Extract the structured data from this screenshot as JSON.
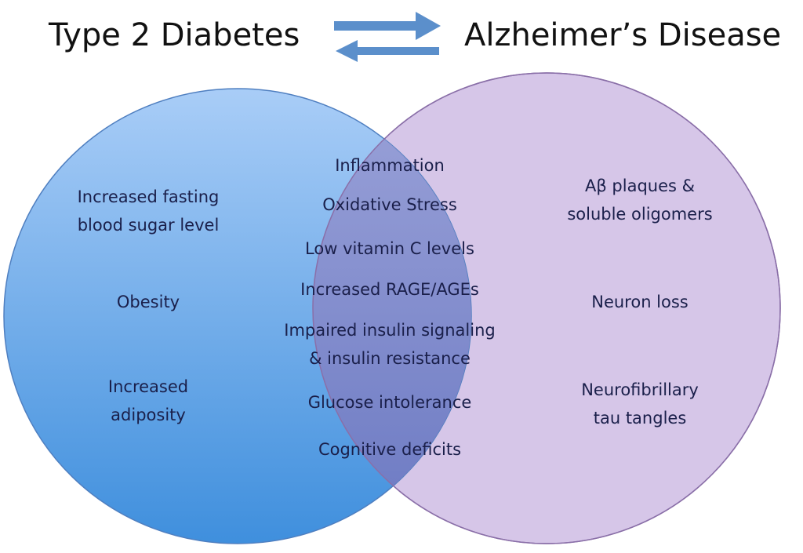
{
  "header": {
    "left_title": "Type 2 Diabetes",
    "right_title": "Alzheimer’s Disease",
    "arrow_color": "#5b8fcb"
  },
  "left_circle": {
    "fill_top": "#a9cdf7",
    "fill_bottom": "#3f8fdd",
    "items": [
      {
        "lines": [
          "Increased fasting",
          "blood sugar level"
        ]
      },
      {
        "lines": [
          "Obesity"
        ]
      },
      {
        "lines": [
          "Increased",
          "adiposity"
        ]
      }
    ]
  },
  "right_circle": {
    "fill": "#d6c6e8",
    "stroke": "#8a6fa8",
    "items": [
      {
        "lines": [
          "Aβ plaques &",
          "soluble oligomers"
        ]
      },
      {
        "lines": [
          "Neuron loss"
        ]
      },
      {
        "lines": [
          "Neurofibrillary",
          "tau tangles"
        ]
      }
    ]
  },
  "overlap": {
    "fill": "#7f86c8",
    "items": [
      {
        "lines": [
          "Inflammation"
        ]
      },
      {
        "lines": [
          "Oxidative Stress"
        ]
      },
      {
        "lines": [
          "Low vitamin C levels"
        ]
      },
      {
        "lines": [
          "Increased RAGE/AGEs"
        ]
      },
      {
        "lines": [
          "Impaired insulin signaling",
          "& insulin resistance"
        ]
      },
      {
        "lines": [
          "Glucose intolerance"
        ]
      },
      {
        "lines": [
          "Cognitive deficits"
        ]
      }
    ]
  }
}
